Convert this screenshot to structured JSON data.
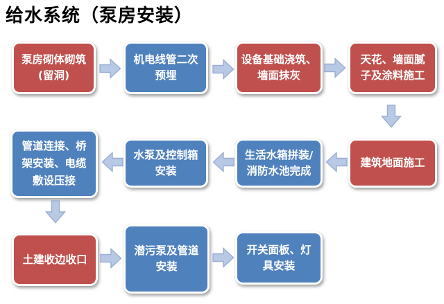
{
  "title": "给水系统（泵房安装）",
  "colors": {
    "node_red": "#C0504D",
    "node_blue": "#4F81BD",
    "node_text": "#FFFFFF",
    "arrow_fill": "#B8C9E6",
    "arrow_stroke": "#9BADD1",
    "title_color": "#000000",
    "background": "#FFFFFF"
  },
  "nodes": [
    {
      "label": "泵房砌体砌筑\n(留洞)",
      "color": "red"
    },
    {
      "label": "机电线管二次\n预埋",
      "color": "blue"
    },
    {
      "label": "设备基础浇筑、\n墙面抹灰",
      "color": "red"
    },
    {
      "label": "天花、墙面腻\n子及涂料施工",
      "color": "red"
    },
    {
      "label": "建筑地面施工",
      "color": "red"
    },
    {
      "label": "生活水箱拼装/\n消防水池完成",
      "color": "blue"
    },
    {
      "label": "水泵及控制箱\n安装",
      "color": "blue"
    },
    {
      "label": "管道连接、桥\n架安装、电缆\n敷设压接",
      "color": "blue"
    },
    {
      "label": "土建收边收口",
      "color": "red"
    },
    {
      "label": "潜污泵及管道\n安装",
      "color": "blue"
    },
    {
      "label": "开关面板、灯\n具安装",
      "color": "blue"
    }
  ],
  "arrows": [
    {
      "from": 0,
      "to": 1,
      "direction": "right"
    },
    {
      "from": 1,
      "to": 2,
      "direction": "right"
    },
    {
      "from": 2,
      "to": 3,
      "direction": "right"
    },
    {
      "from": 3,
      "to": 4,
      "direction": "down"
    },
    {
      "from": 4,
      "to": 5,
      "direction": "left"
    },
    {
      "from": 5,
      "to": 6,
      "direction": "left"
    },
    {
      "from": 6,
      "to": 7,
      "direction": "left"
    },
    {
      "from": 7,
      "to": 8,
      "direction": "down"
    },
    {
      "from": 8,
      "to": 9,
      "direction": "right"
    },
    {
      "from": 9,
      "to": 10,
      "direction": "right"
    }
  ]
}
